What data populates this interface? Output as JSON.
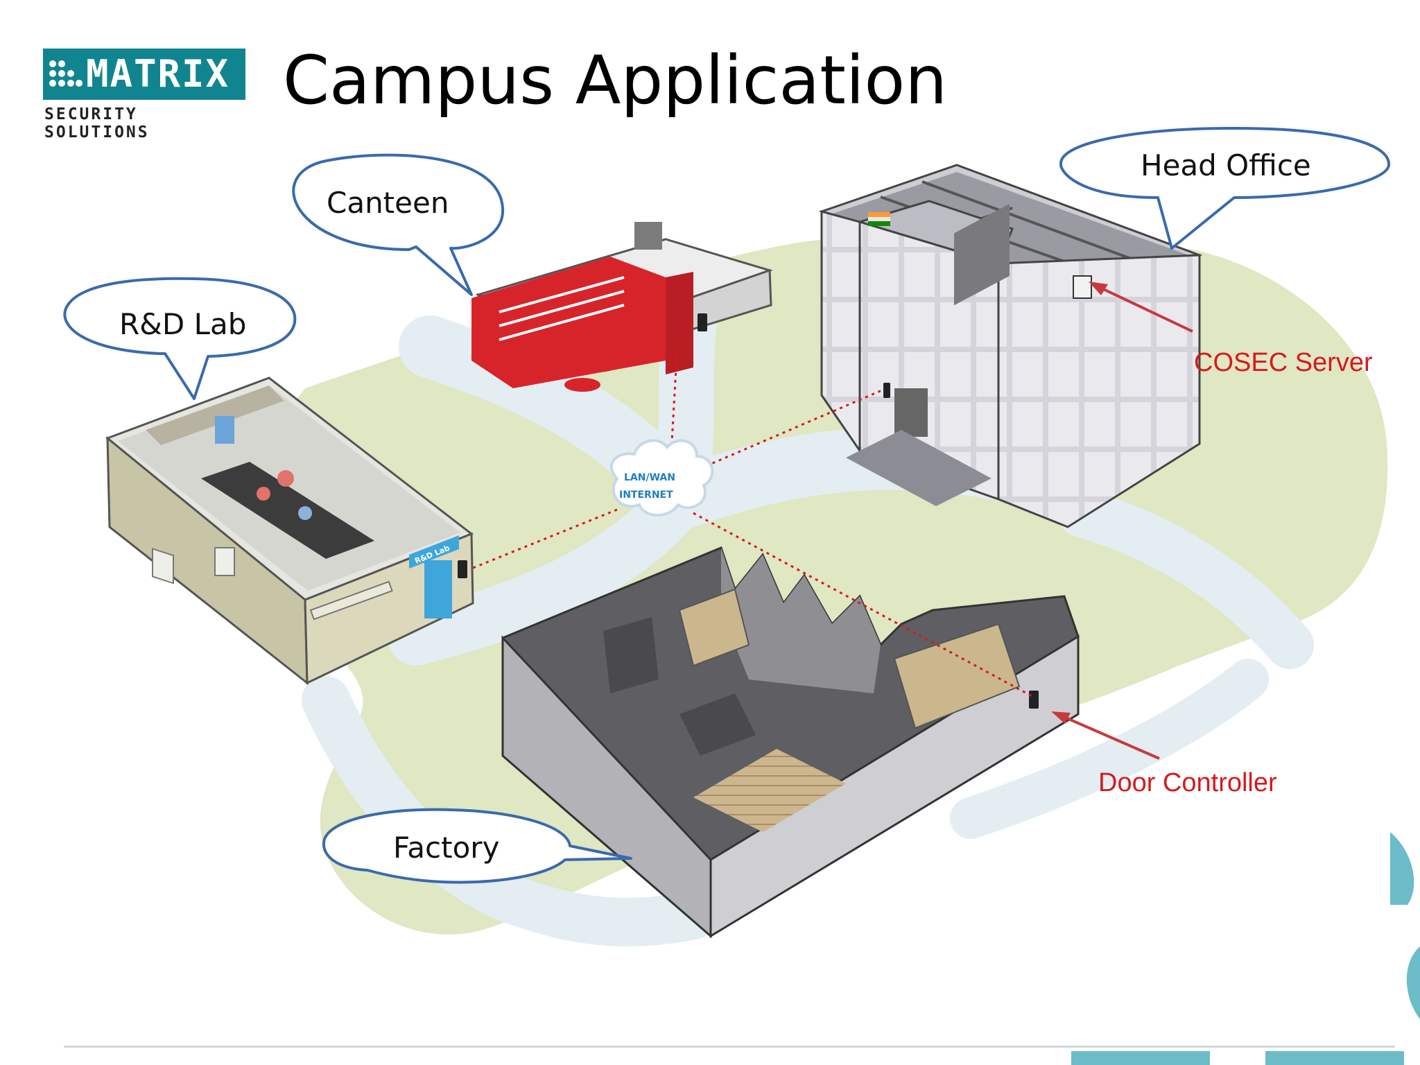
{
  "title": "Campus Application",
  "logo": {
    "brand": "MATRIX",
    "tagline": "SECURITY SOLUTIONS"
  },
  "callouts": {
    "rd_lab": "R&D Lab",
    "canteen": "Canteen",
    "head_office": "Head Office",
    "factory": "Factory"
  },
  "network": {
    "line1": "LAN/WAN",
    "line2": "INTERNET"
  },
  "annotations": {
    "server": "COSEC Server",
    "door_controller": "Door Controller"
  },
  "building_signs": {
    "rd_lab_sign": "R&D Lab"
  },
  "colors": {
    "brand_teal": "#11858f",
    "callout_border": "#3a6aad",
    "annotation_red": "#d7191c",
    "link_dotted": "#d7191c",
    "grass": "#dfe7c3",
    "path": "#e3edf2"
  }
}
